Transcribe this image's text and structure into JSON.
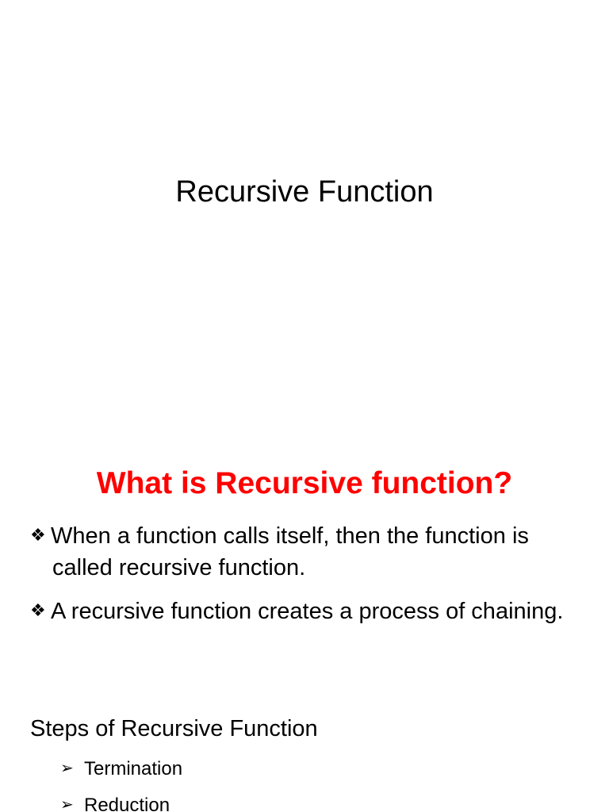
{
  "slide1": {
    "title": "Recursive Function"
  },
  "slide2": {
    "heading": "What is Recursive function?",
    "bullets": [
      {
        "marker": "❖",
        "text": "When a function calls itself, then the function is called recursive function."
      },
      {
        "marker": "❖",
        "text": "A recursive function creates a process of chaining."
      }
    ],
    "steps_title": "Steps of Recursive Function",
    "steps": [
      {
        "marker": "➢",
        "text": "Termination"
      },
      {
        "marker": "➢",
        "text": "Reduction"
      }
    ],
    "heading_color": "#ff0000"
  }
}
